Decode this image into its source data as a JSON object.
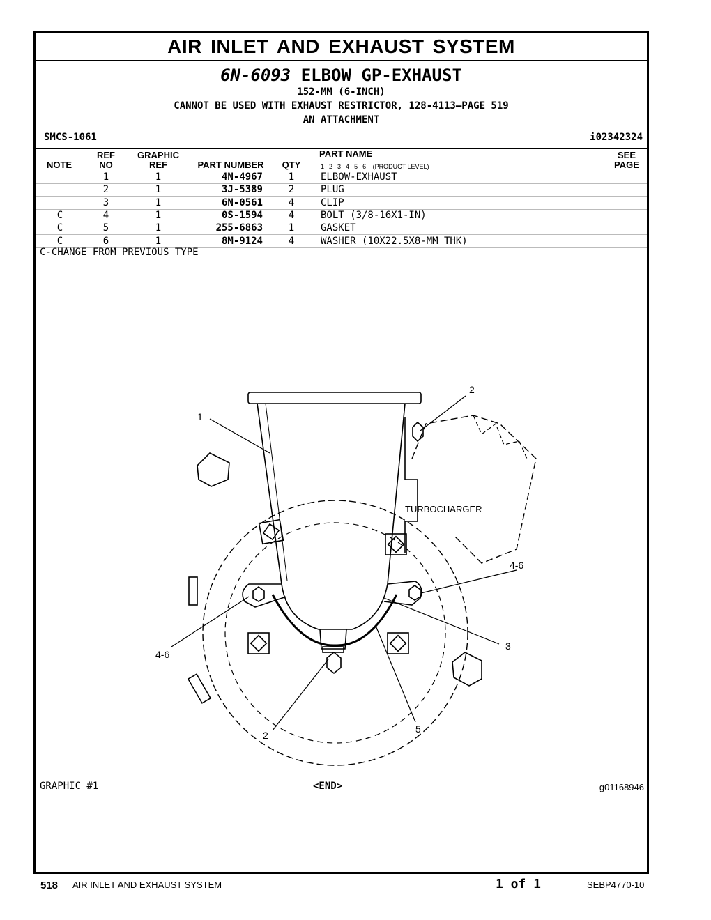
{
  "page_title": "AIR INLET AND EXHAUST SYSTEM",
  "part_header": {
    "part_number": "6N-6093",
    "part_name": "ELBOW GP-EXHAUST",
    "line1": "152-MM (6-INCH)",
    "line2": "CANNOT BE USED WITH EXHAUST RESTRICTOR, 128-4113—PAGE 519",
    "line3": "AN ATTACHMENT",
    "smcs": "SMCS-1061",
    "ident": "i02342324"
  },
  "table": {
    "headers": {
      "note": "NOTE",
      "ref_top": "REF",
      "ref_bottom": "NO",
      "graphic_top": "GRAPHIC",
      "graphic_bottom": "REF",
      "part_number": "PART NUMBER",
      "qty": "QTY",
      "part_name": "PART NAME",
      "levels": [
        "1",
        "2",
        "3",
        "4",
        "5",
        "6"
      ],
      "product_level": "(PRODUCT LEVEL)",
      "see_top": "SEE",
      "see_bottom": "PAGE"
    },
    "rows": [
      {
        "note": "",
        "ref": "1",
        "graphic": "1",
        "part_number": "4N-4967",
        "qty": "1",
        "name": "ELBOW-EXHAUST"
      },
      {
        "note": "",
        "ref": "2",
        "graphic": "1",
        "part_number": "3J-5389",
        "qty": "2",
        "name": "PLUG"
      },
      {
        "note": "",
        "ref": "3",
        "graphic": "1",
        "part_number": "6N-0561",
        "qty": "4",
        "name": "CLIP"
      },
      {
        "note": "C",
        "ref": "4",
        "graphic": "1",
        "part_number": "0S-1594",
        "qty": "4",
        "name": "BOLT (3/8-16X1-IN)"
      },
      {
        "note": "C",
        "ref": "5",
        "graphic": "1",
        "part_number": "255-6863",
        "qty": "1",
        "name": "GASKET"
      },
      {
        "note": "C",
        "ref": "6",
        "graphic": "1",
        "part_number": "8M-9124",
        "qty": "4",
        "name": "WASHER (10X22.5X8-MM THK)"
      }
    ],
    "footnote": "C-CHANGE FROM PREVIOUS TYPE"
  },
  "graphic": {
    "label": "GRAPHIC #1",
    "end": "<END>",
    "id": "g01168946",
    "callouts": {
      "c1": "1",
      "c2_top": "2",
      "c4_6_right": "4-6",
      "c3": "3",
      "c4_6_left": "4-6",
      "c2_bottom": "2",
      "c5": "5",
      "turbo": "TURBOCHARGER"
    }
  },
  "footer": {
    "page": "518",
    "section": "AIR INLET AND EXHAUST SYSTEM",
    "of": "1 of 1",
    "doc": "SEBP4770-10"
  }
}
